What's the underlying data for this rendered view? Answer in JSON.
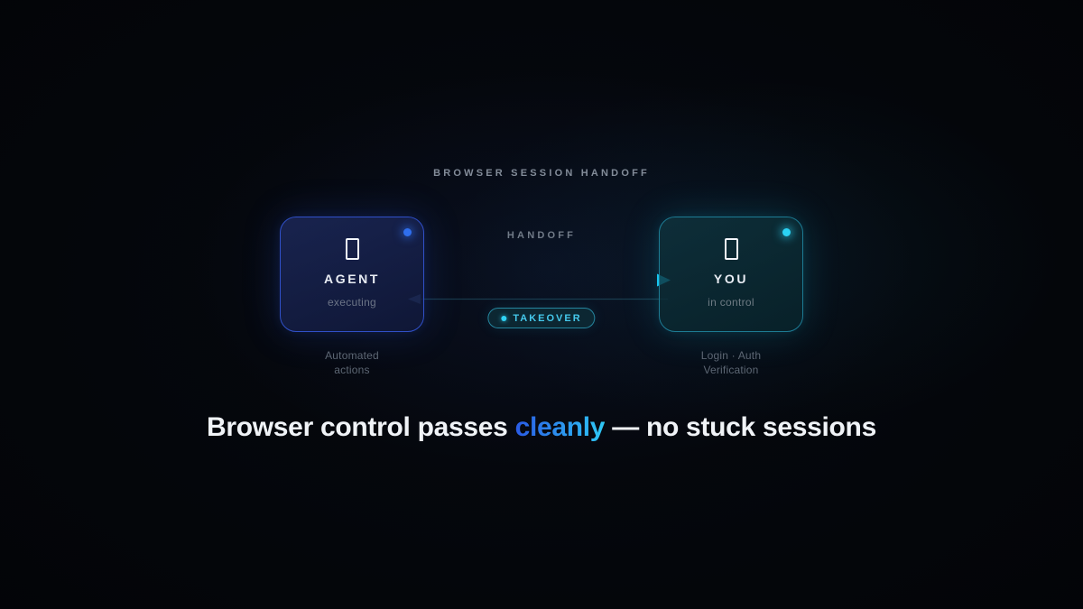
{
  "colors": {
    "accent_blue": "#2f6fee",
    "accent_cyan": "#2bd2f4",
    "headline_gradient_start": "#2a5be5",
    "headline_gradient_end": "#2ec8f5",
    "agent_border": "#3050c8",
    "you_border": "#1d7b94",
    "background": "#020305"
  },
  "eyebrow": "BROWSER SESSION HANDOFF",
  "diagram": {
    "handoff_label": "HANDOFF",
    "takeover_badge": "TAKEOVER",
    "agent_card": {
      "label": "AGENT",
      "status": "executing",
      "caption_line1": "Automated",
      "caption_line2": "actions"
    },
    "you_card": {
      "label": "YOU",
      "status": "in control",
      "caption_line1": "Login · Auth",
      "caption_line2": "Verification"
    }
  },
  "headline": {
    "pre": "Browser control passes ",
    "highlight": "cleanly",
    "post": " — no stuck sessions"
  }
}
